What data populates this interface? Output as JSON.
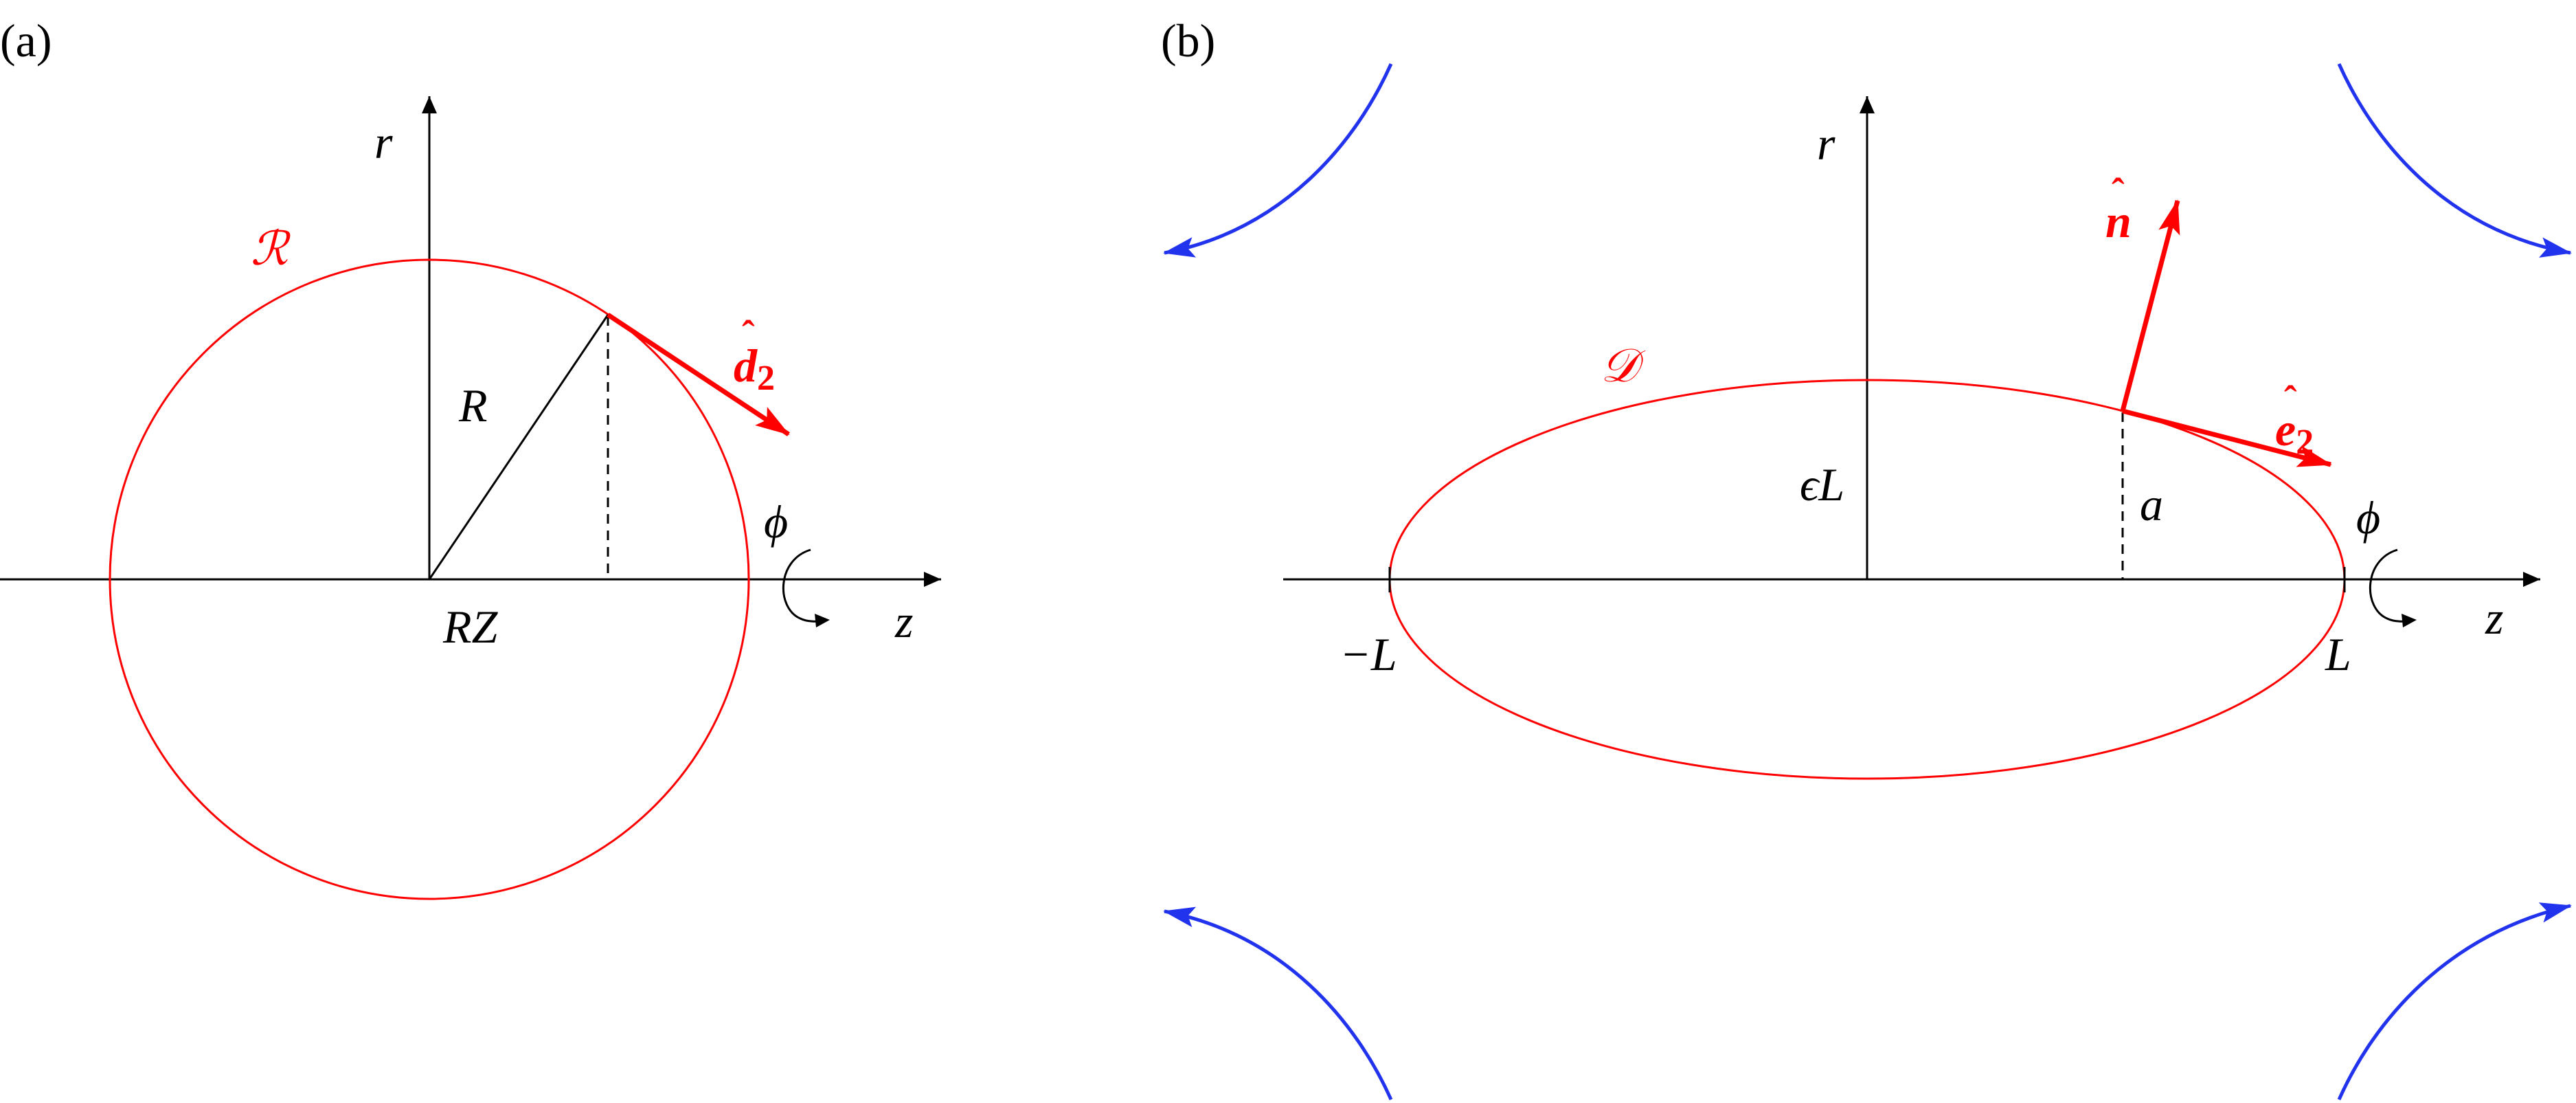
{
  "colors": {
    "axis": "#000000",
    "boundary": "#ff0000",
    "vector": "#ff0000",
    "flow": "#2233ee"
  },
  "panel_a": {
    "tag": "(a)",
    "axis_r": "r",
    "axis_z": "z",
    "region": "ℛ",
    "radius": "R",
    "center": "RZ",
    "angle": "ϕ",
    "vector_base": "d",
    "vector_hat": "ˆ",
    "vector_sub": "2"
  },
  "panel_b": {
    "tag": "(b)",
    "axis_r": "r",
    "axis_z": "z",
    "region": "𝒟",
    "semi_minor": "ϵL",
    "local_radius": "a",
    "left_end": "−L",
    "right_end": "L",
    "angle": "ϕ",
    "normal_base": "n",
    "normal_hat": "ˆ",
    "tangent_base": "e",
    "tangent_hat": "ˆ",
    "tangent_sub": "2"
  }
}
